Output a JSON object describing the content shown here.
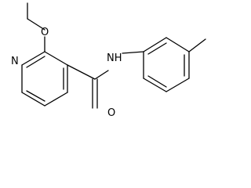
{
  "molecule": {
    "atoms": {
      "N_ring": "N",
      "O_ether": "O",
      "O_carbonyl": "O",
      "N_amide": "NH"
    }
  }
}
